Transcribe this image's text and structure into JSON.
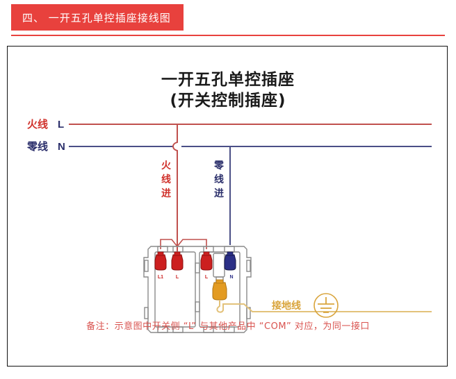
{
  "header": {
    "section_label": "四、 一开五孔单控插座接线图",
    "banner_color": "#e8413d",
    "arrow_color": "#c9c9c9",
    "rule_color": "#e8413d"
  },
  "diagram": {
    "title": "一开五孔单控插座",
    "subtitle": "(开关控制插座)",
    "border_color": "#111111",
    "bus_lines": [
      {
        "id": "live",
        "label_cn": "火线",
        "label_code": "L",
        "label_cn_color": "#d0322c",
        "label_code_color": "#2b2f6b",
        "wire_color": "#c0504d"
      },
      {
        "id": "neutral",
        "label_cn": "零线",
        "label_code": "N",
        "label_cn_color": "#2b2f6b",
        "label_code_color": "#2b2f6b",
        "wire_color": "#4a4f86"
      }
    ],
    "drop_labels": [
      {
        "id": "live-in",
        "text": "火线进",
        "chars": [
          "火",
          "线",
          "进"
        ],
        "color": "#d0322c"
      },
      {
        "id": "neutral-in",
        "text": "零线进",
        "chars": [
          "零",
          "线",
          "进"
        ],
        "color": "#2b2f6b"
      }
    ],
    "terminals": [
      {
        "id": "switch-l1",
        "label": "L1",
        "color": "#cc1f1f",
        "label_color": "#cc1f1f"
      },
      {
        "id": "switch-l",
        "label": "L",
        "color": "#cc1f1f",
        "label_color": "#cc1f1f"
      },
      {
        "id": "socket-l",
        "label": "L",
        "color": "#cc1f1f",
        "label_color": "#cc1f1f"
      },
      {
        "id": "socket-n",
        "label": "N",
        "color": "#2b2f86",
        "label_color": "#2b2f86"
      },
      {
        "id": "socket-e",
        "label": "",
        "color": "#e39b22",
        "label_color": "#e39b22"
      }
    ],
    "ground": {
      "label": "接地线",
      "color": "#d9a43b",
      "symbol_name": "earth-ground-symbol"
    },
    "device_outline_color": "#7a7a7a",
    "footer_note": "备注：示意图中开关侧 “L” 与其他产品中 “COM” 对应，为同一接口",
    "footer_note_color": "#d9534f"
  }
}
